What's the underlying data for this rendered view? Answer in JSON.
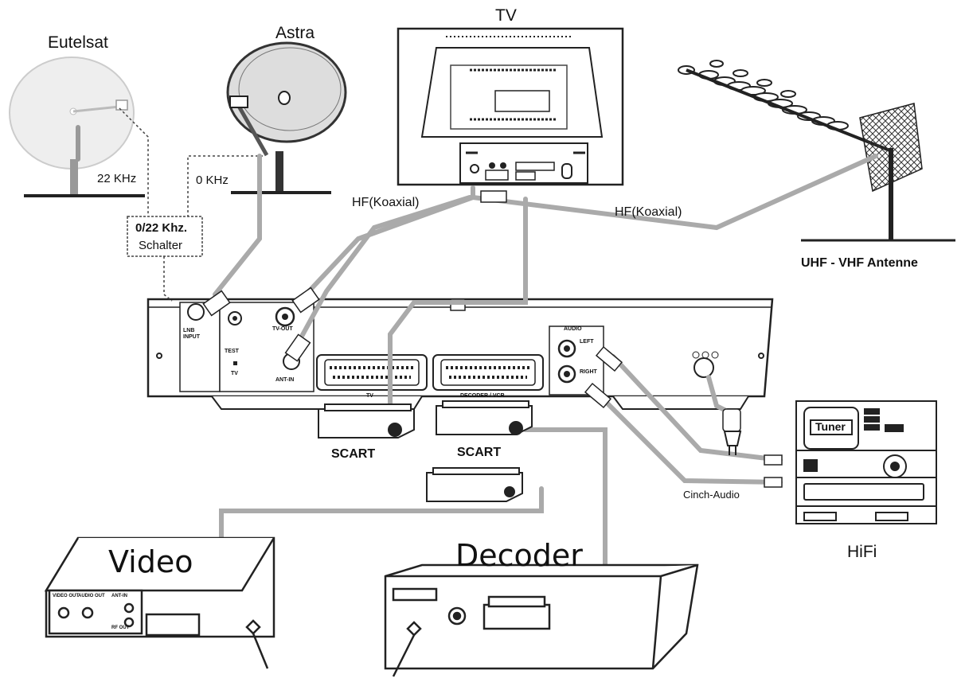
{
  "devices": {
    "eutelsat": "Eutelsat",
    "astra": "Astra",
    "tv": "TV",
    "antenna": "UHF - VHF  Antenne",
    "video": "Video",
    "decoder": "Decoder",
    "hifi": "HiFi",
    "tuner": "Tuner"
  },
  "cables": {
    "hf_tv": "HF(Koaxial)",
    "hf_antenna": "HF(Koaxial)",
    "khz_22": "22 KHz",
    "khz_0": "0 KHz",
    "switch_line1": "0/22 Khz.",
    "switch_line2": "Schalter",
    "scart_1": "SCART",
    "scart_2": "SCART",
    "cinch": "Cinch-Audio"
  },
  "receiver": {
    "lnb_input": "LNB\nINPUT",
    "test": "TEST",
    "tv_small": "TV",
    "tv_out": "TV-OUT",
    "ant_in": "ANT-IN",
    "scart_tv": "TV",
    "scart_decoder": "DECODER / VCR",
    "audio": "AUDIO",
    "left": "LEFT",
    "right": "RIGHT"
  },
  "video_panel": {
    "video_out": "VIDEO OUT",
    "audio_out": "AUDIO OUT",
    "ant_in": "ANT-IN",
    "rf_out": "RF OUT"
  }
}
